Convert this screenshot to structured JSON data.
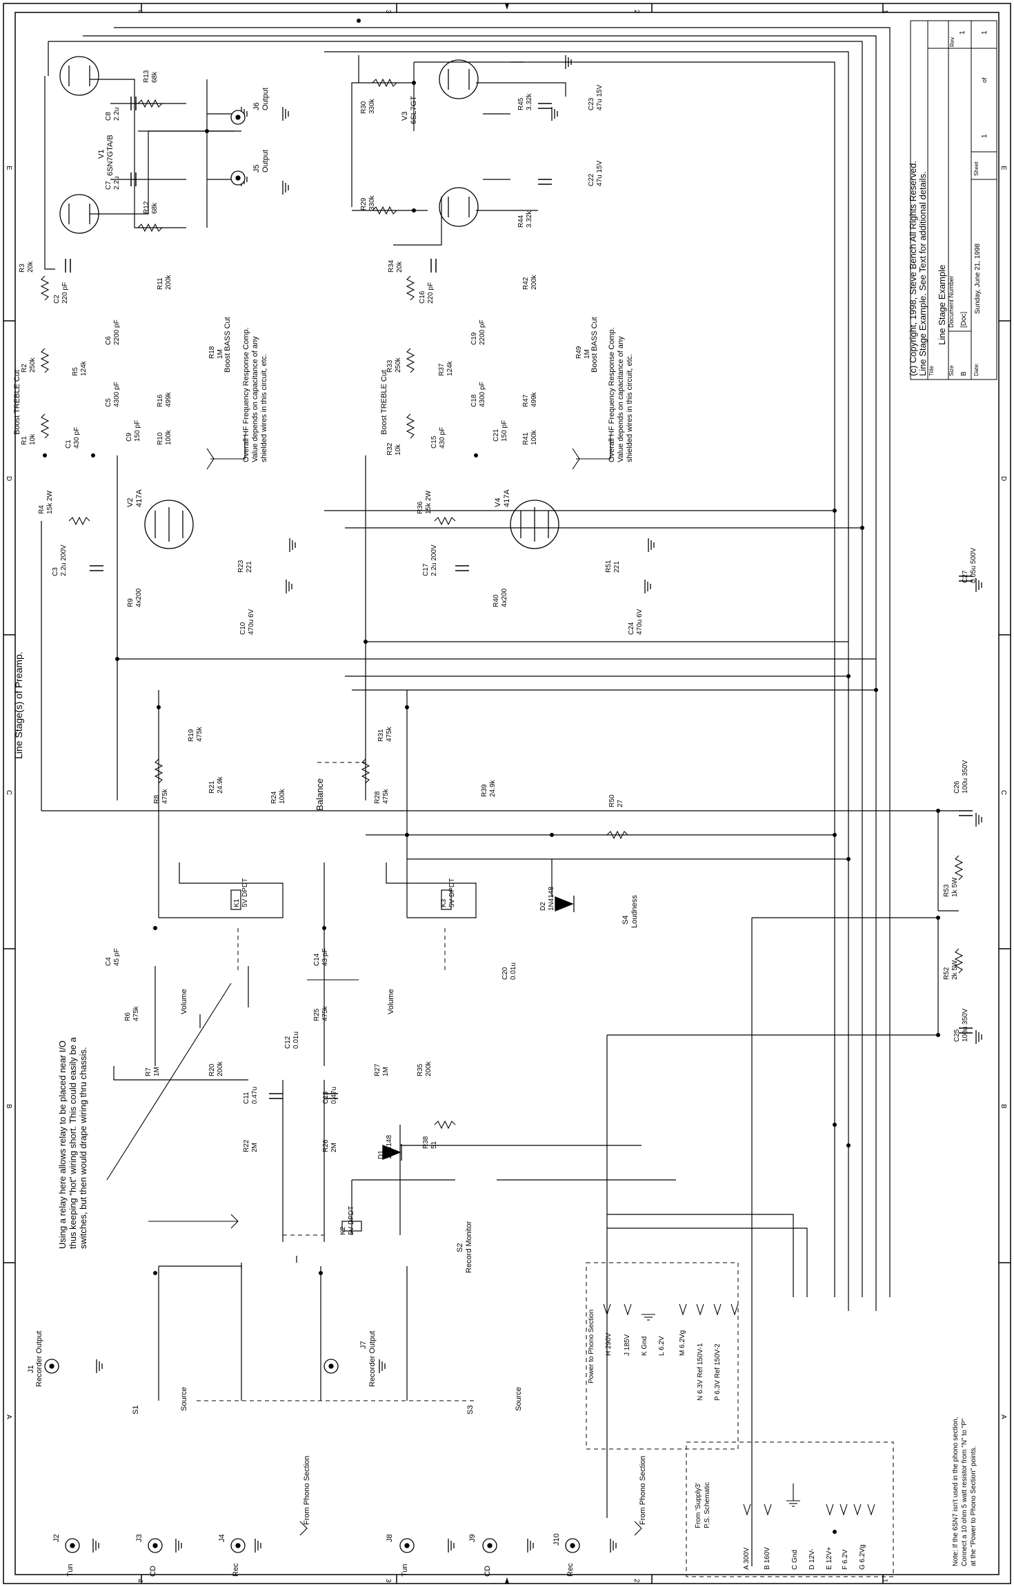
{
  "title_block": {
    "copyright_line1": "(c) Copyright, 1998, Steve Bench All Rights Reserved.",
    "copyright_line2": "Line Stage Example. See Text for additional details.",
    "title_label": "Title",
    "title": "Line Stage Example",
    "size_label": "Size",
    "size": "B",
    "docnum_label": "Document Number",
    "docnum": "[Doc]",
    "rev_label": "Rev",
    "rev": "1",
    "date_label": "Date:",
    "date": "Sunday, June 21, 1998",
    "sheet_label": "Sheet",
    "sheet_num": "1",
    "of_label": "of",
    "sheet_total": "1"
  },
  "border": {
    "top_numbers": [
      "4",
      "3",
      "2",
      "1"
    ],
    "bottom_numbers": [
      "4",
      "3",
      "2",
      "1"
    ],
    "side_letters": [
      "E",
      "D",
      "C",
      "B",
      "A"
    ]
  },
  "section_title": "Line Stage(s) of Preamp.",
  "tubes": [
    {
      "ref": "V1",
      "type": "6SN7GTA/B"
    },
    {
      "ref": "V2",
      "type": "417A"
    },
    {
      "ref": "V3",
      "type": "6SL7GT"
    },
    {
      "ref": "V4",
      "type": "417A"
    }
  ],
  "components": [
    {
      "ref": "R13",
      "value": "68k"
    },
    {
      "ref": "R12",
      "value": "68k"
    },
    {
      "ref": "C8",
      "value": "2.2u"
    },
    {
      "ref": "C7",
      "value": "2.2u"
    },
    {
      "ref": "R30",
      "value": "330k"
    },
    {
      "ref": "R29",
      "value": "330k"
    },
    {
      "ref": "R45",
      "value": "3.32k"
    },
    {
      "ref": "R44",
      "value": "3.32k"
    },
    {
      "ref": "C23",
      "value": "47u 15V"
    },
    {
      "ref": "C22",
      "value": "47u 15V"
    },
    {
      "ref": "R3",
      "value": "20k"
    },
    {
      "ref": "C2",
      "value": "220 pF"
    },
    {
      "ref": "R11",
      "value": "200k"
    },
    {
      "ref": "R2",
      "value": "250k"
    },
    {
      "ref": "R5",
      "value": "124k"
    },
    {
      "ref": "C6",
      "value": "2200 pF"
    },
    {
      "ref": "C5",
      "value": "4300 pF"
    },
    {
      "ref": "R16",
      "value": "499k"
    },
    {
      "ref": "R18",
      "value": "1M"
    },
    {
      "ref": "R1",
      "value": "10k"
    },
    {
      "ref": "C1",
      "value": "430 pF"
    },
    {
      "ref": "C9",
      "value": "150 pF"
    },
    {
      "ref": "R10",
      "value": "100k"
    },
    {
      "ref": "R34",
      "value": "20k"
    },
    {
      "ref": "C16",
      "value": "220 pF"
    },
    {
      "ref": "R42",
      "value": "200k"
    },
    {
      "ref": "R33",
      "value": "250k"
    },
    {
      "ref": "R37",
      "value": "124k"
    },
    {
      "ref": "C19",
      "value": "2200 pF"
    },
    {
      "ref": "C18",
      "value": "4300 pF"
    },
    {
      "ref": "R47",
      "value": "499k"
    },
    {
      "ref": "R49",
      "value": "1M"
    },
    {
      "ref": "R32",
      "value": "10k"
    },
    {
      "ref": "C15",
      "value": "430 pF"
    },
    {
      "ref": "C21",
      "value": "150 pF"
    },
    {
      "ref": "R41",
      "value": "100k"
    },
    {
      "ref": "R4",
      "value": "15k 2W"
    },
    {
      "ref": "C3",
      "value": "2.2u 200V"
    },
    {
      "ref": "R9",
      "value": "4x200"
    },
    {
      "ref": "R23",
      "value": "221"
    },
    {
      "ref": "C10",
      "value": "470u 6V"
    },
    {
      "ref": "R36",
      "value": "15k 2W"
    },
    {
      "ref": "C17",
      "value": "2.2u 200V"
    },
    {
      "ref": "R40",
      "value": "4x200"
    },
    {
      "ref": "R51",
      "value": "221"
    },
    {
      "ref": "C24",
      "value": "470u 6V"
    },
    {
      "ref": "C27",
      "value": "0.05u 500V"
    },
    {
      "ref": "R19",
      "value": "475k"
    },
    {
      "ref": "R21",
      "value": "24.9k"
    },
    {
      "ref": "R24",
      "value": "100k"
    },
    {
      "ref": "R8",
      "value": "475k"
    },
    {
      "ref": "R31",
      "value": "475k"
    },
    {
      "ref": "R39",
      "value": "24.9k"
    },
    {
      "ref": "R28",
      "value": "475k"
    },
    {
      "ref": "C26",
      "value": "100u 350V"
    },
    {
      "ref": "R50",
      "value": "27"
    },
    {
      "ref": "R53",
      "value": "1k 5W"
    },
    {
      "ref": "R52",
      "value": "2k 5W"
    },
    {
      "ref": "C25",
      "value": "100u 350V"
    },
    {
      "ref": "K1",
      "value": "5V DPDT"
    },
    {
      "ref": "K3",
      "value": "5V DPDT"
    },
    {
      "ref": "K2",
      "value": "5V DPDT"
    },
    {
      "ref": "D2",
      "value": "1N4148"
    },
    {
      "ref": "D1",
      "value": "1N4148"
    },
    {
      "ref": "C4",
      "value": "45 pF"
    },
    {
      "ref": "C14",
      "value": "43 pF"
    },
    {
      "ref": "R6",
      "value": "475k"
    },
    {
      "ref": "R7",
      "value": "1M"
    },
    {
      "ref": "R20",
      "value": "200k"
    },
    {
      "ref": "C12",
      "value": "0.01u"
    },
    {
      "ref": "R25",
      "value": "475k"
    },
    {
      "ref": "R27",
      "value": "1M"
    },
    {
      "ref": "R35",
      "value": "200k"
    },
    {
      "ref": "C20",
      "value": "0.01u"
    },
    {
      "ref": "C11",
      "value": "0.47u"
    },
    {
      "ref": "C13",
      "value": "0.47u"
    },
    {
      "ref": "R22",
      "value": "2M"
    },
    {
      "ref": "R26",
      "value": "2M"
    },
    {
      "ref": "R38",
      "value": "51"
    }
  ],
  "labels": {
    "boost_treble_cut": "Boost  TREBLE  Cut",
    "boost_bass_cut": "Boost  BASS  Cut",
    "hf_note_1": "Overall HF Frequency Response Comp.",
    "hf_note_2": "Value depends on capacitance of any",
    "hf_note_3": "shielded wires in this circuit, etc.",
    "balance": "Balance",
    "volume": "Volume",
    "loudness": "Loudness",
    "s4": "S4",
    "s2": "S2",
    "record_monitor": "Record Monitor",
    "relay_note_1": "Using a relay here allows relay to be placed near I/O",
    "relay_note_2": "thus keeping \"hot\" wiring short. This could easily be a",
    "relay_note_3": "switches, but then would drape wiring thru chassis.",
    "j5": "J5",
    "j6": "J6",
    "output": "Output",
    "j1": "J1",
    "j7": "J7",
    "recorder_output": "Recorder Output",
    "s1": "S1",
    "s3": "S3",
    "source": "Source",
    "j2": "J2",
    "j3": "J3",
    "j4": "J4",
    "j8": "J8",
    "j9": "J9",
    "j10": "J10",
    "tun": "Tun",
    "cd": "CD",
    "rec": "Rec",
    "from_phono": "From Phono Section"
  },
  "power_to_phono": {
    "title": "Power to Phono Section",
    "rails": [
      "H 290V",
      "J 185V",
      "K Gnd",
      "L 6.2V",
      "M 6.2Vg",
      "N 6.3V Ref 150V-1",
      "P 6.3V Ref 150V-2"
    ]
  },
  "from_supply": {
    "title_1": "From 'Supply3'",
    "title_2": "P.S. Schematic",
    "rails": [
      "A 300V",
      "B 160V",
      "C Gnd",
      "D 12V-",
      "E 12V+",
      "F 6.2V",
      "G 6.2Vg"
    ]
  },
  "bottom_note": {
    "line1": "Note: If the 6SN7 isn't used in the phono section,",
    "line2": "Connect a 10 ohm 5 watt resistor from \"N\" to \"P\"",
    "line3": "at the \"Power to Phono Section\" points."
  }
}
